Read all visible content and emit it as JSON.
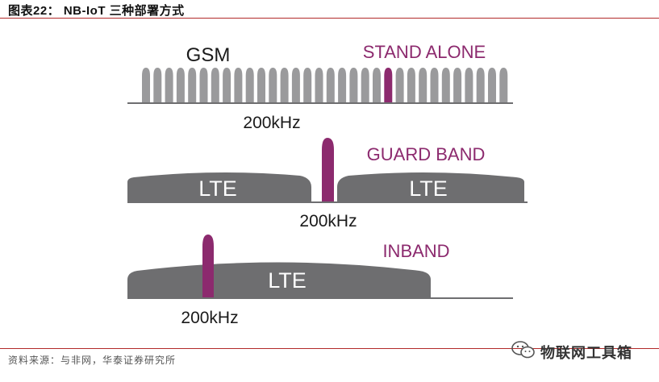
{
  "header": {
    "title": "图表22：  NB-IoT 三种部署方式"
  },
  "colors": {
    "accent": "#8c2a6e",
    "gray": "#6e6e70",
    "rule": "#b22a2a",
    "text": "#1a1a1a"
  },
  "diagram": {
    "standalone": {
      "label": "STAND ALONE",
      "gsm_label": "GSM",
      "freq_label": "200kHz",
      "carrier_count": 32,
      "highlight_index": 21
    },
    "guardband": {
      "label": "GUARD BAND",
      "lte_left": "LTE",
      "lte_right": "LTE",
      "freq_label": "200kHz"
    },
    "inband": {
      "label": "INBAND",
      "lte": "LTE",
      "freq_label": "200kHz"
    }
  },
  "footer": {
    "source": "资料来源：与非网，华泰证券研究所"
  },
  "watermark": {
    "text": "物联网工具箱",
    "icon": "wechat-icon"
  }
}
